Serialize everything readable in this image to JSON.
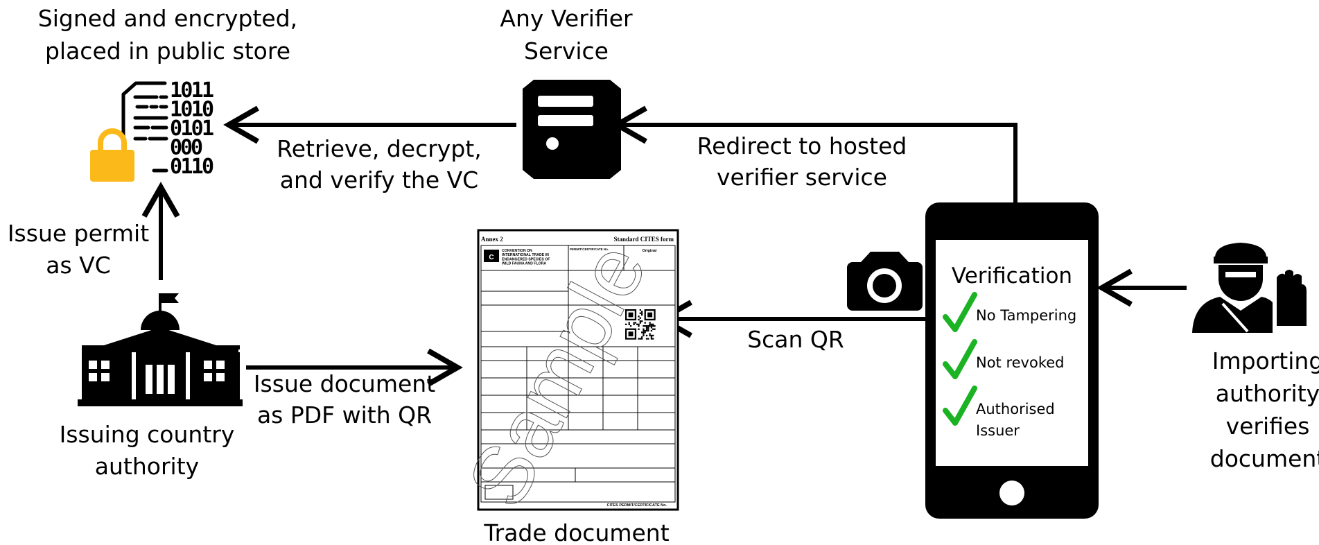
{
  "labels": {
    "store": "Signed and encrypted,\nplaced in public store",
    "verifier": "Any Verifier\nService",
    "retrieve": "Retrieve, decrypt,\nand verify the VC",
    "redirect": "Redirect to hosted\nverifier service",
    "issue_permit": "Issue permit\nas VC",
    "issuer": "Issuing country\nauthority",
    "issue_document": "Issue document\nas PDF with QR",
    "scan": "Scan QR",
    "trade_document": "Trade document",
    "importer": "Importing\nauthority\nverifies\ndocument"
  },
  "binary_lines": [
    "1011",
    "1010",
    "0101",
    "000",
    "0110"
  ],
  "phone": {
    "title": "Verification",
    "checks": [
      "No Tampering",
      "Not revoked",
      "Authorised\nIssuer"
    ]
  },
  "document": {
    "annex": "Annex 2",
    "form": "Standard CITES form",
    "convention": "CONVENTION ON\nINTERNATIONAL TRADE IN\nENDANGERED SPECIES OF\nWILD FAUNA AND FLORA",
    "permit_label": "PERMIT/CERTIFICATE No.",
    "original": "Original",
    "footer": "CITES PERMIT/CERTIFICATE No.",
    "watermark": "Sample"
  },
  "colors": {
    "line": "#000000",
    "lock": "#fbb91a",
    "check": "#1bb324"
  }
}
